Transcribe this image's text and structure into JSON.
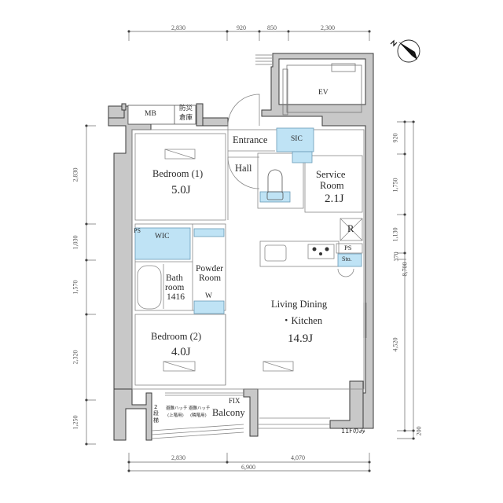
{
  "plan": {
    "type": "apartment-floor-plan",
    "layout": "2LDK+SIC+WIC",
    "compass": {
      "icon": "north-arrow-icon",
      "label": "N"
    }
  },
  "dimensions": {
    "top": [
      "2,830",
      "920",
      "850",
      "2,300"
    ],
    "bottom_row1": [
      "2,830",
      "4,070"
    ],
    "bottom_total": "6,900",
    "left": [
      "2,830",
      "1,030",
      "1,570",
      "2,320",
      "1,250"
    ],
    "right": [
      "920",
      "1,750",
      "1,130",
      "370",
      "4,520"
    ],
    "right_total": "8,700",
    "right_extra": "200"
  },
  "rooms": {
    "mb": {
      "name": "MB"
    },
    "storage": {
      "name_line1": "防災",
      "name_line2": "倉庫"
    },
    "ev": {
      "name": "EV"
    },
    "entrance": {
      "name": "Entrance"
    },
    "sic": {
      "name": "SIC"
    },
    "hall": {
      "name": "Hall"
    },
    "bedroom1": {
      "name": "Bedroom (1)",
      "area": "5.0J"
    },
    "service_room": {
      "name_line1": "Service",
      "name_line2": "Room",
      "area": "2.1J"
    },
    "ps1": {
      "name": "PS"
    },
    "wic": {
      "name": "WIC"
    },
    "r": {
      "name": "R"
    },
    "ps2": {
      "name": "PS"
    },
    "sto": {
      "name": "Sto."
    },
    "powder_room": {
      "name_line1": "Powder",
      "name_line2": "Room"
    },
    "washer": {
      "name": "W"
    },
    "bathroom": {
      "name_line1": "Bath",
      "name_line2": "room",
      "size": "1416"
    },
    "ldk": {
      "name_line1": "Living Dining",
      "name_line2": "・Kitchen",
      "area": "14.9J"
    },
    "bedroom2": {
      "name": "Bedroom (2)",
      "area": "4.0J"
    },
    "balcony": {
      "name": "Balcony",
      "fix": "FIX"
    },
    "ladder": {
      "line1": "2",
      "line2": "段",
      "line3": "梯"
    },
    "hatch1": {
      "line1": "避難ハッチ",
      "line2": "(上階用)"
    },
    "hatch2": {
      "line1": "避難ハッチ",
      "line2": "(隣階用)"
    }
  },
  "notes": {
    "floor_note": "11Fのみ"
  },
  "colors": {
    "wall": "#c8c8c8",
    "wall_stroke": "#3a3a3a",
    "storage_fill": "#bfe3f5",
    "line": "#777777"
  }
}
